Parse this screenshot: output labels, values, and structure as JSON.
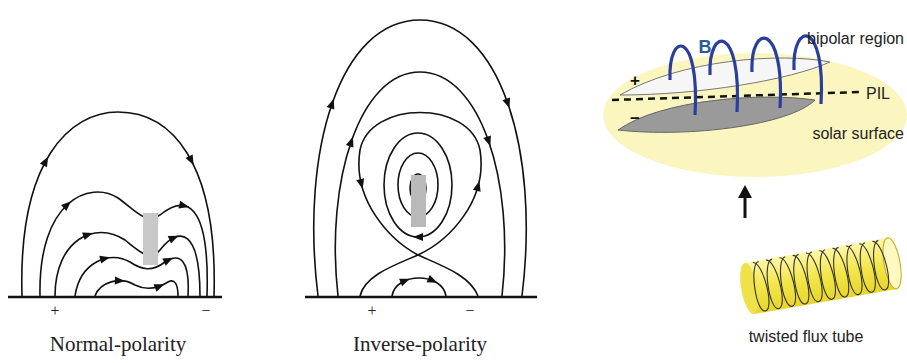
{
  "diagram": {
    "labels": [
      "+",
      "−",
      "+",
      "−",
      "B",
      "bipolar region",
      "+",
      "−",
      "PIL",
      "solar surface",
      "twisted flux tube",
      "Normal-polarity",
      "Inverse-polarity"
    ]
  }
}
